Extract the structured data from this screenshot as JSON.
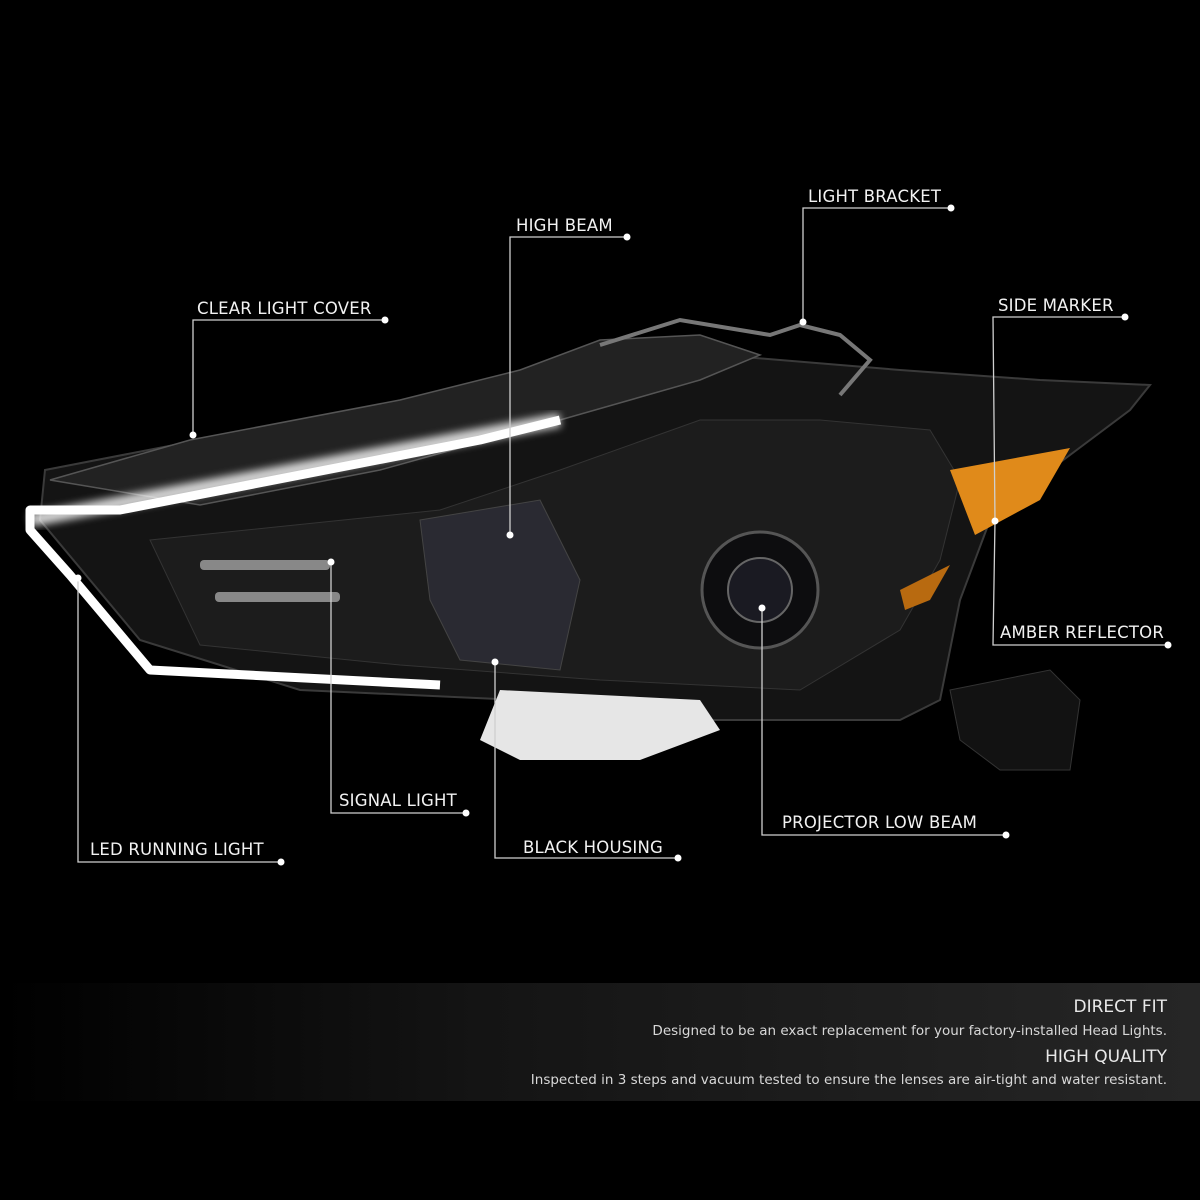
{
  "callouts": {
    "clear_light_cover": "CLEAR LIGHT COVER",
    "high_beam": "HIGH BEAM",
    "light_bracket": "LIGHT BRACKET",
    "side_marker": "SIDE MARKER",
    "amber_reflector": "AMBER REFLECTOR",
    "led_running_light": "LED RUNNING LIGHT",
    "signal_light": "SIGNAL LIGHT",
    "black_housing": "BLACK HOUSING",
    "projector_low_beam": "PROJECTOR LOW BEAM"
  },
  "features": [
    {
      "title": "DIRECT FIT",
      "desc": "Designed to be an exact replacement for your factory-installed Head Lights."
    },
    {
      "title": "HIGH QUALITY",
      "desc": "Inspected in 3 steps and vacuum tested to ensure the lenses are air-tight and water resistant."
    }
  ],
  "colors": {
    "amber": "#e08a1a",
    "housing": "#151515",
    "led": "#ffffff",
    "line": "#cfcfcf"
  }
}
